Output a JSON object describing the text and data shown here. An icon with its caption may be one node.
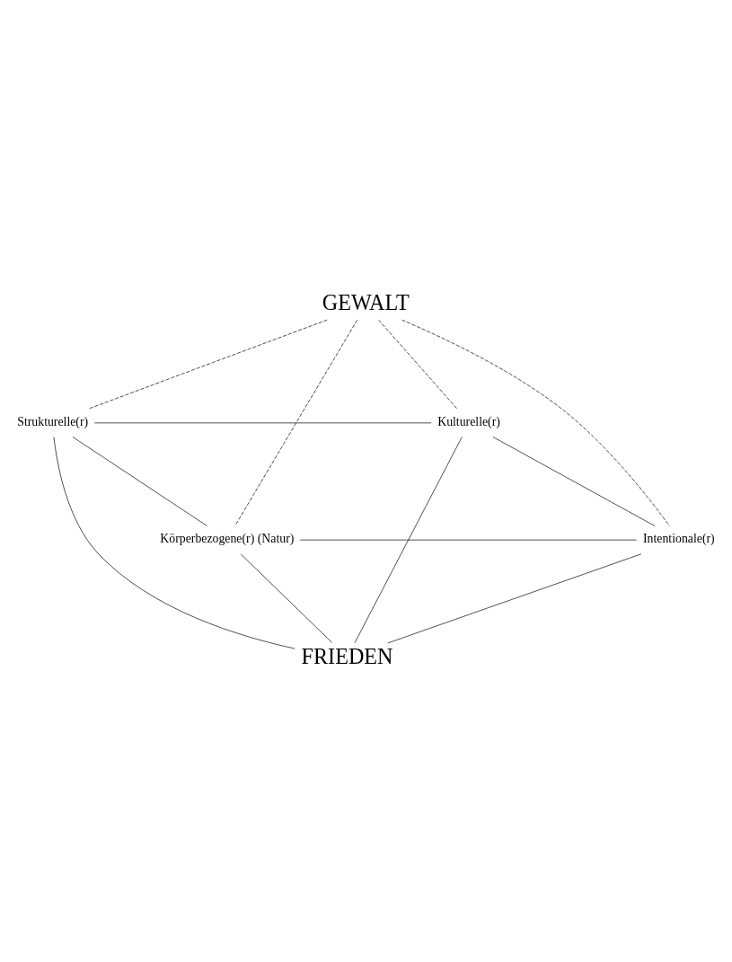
{
  "diagram": {
    "nodes": [
      {
        "text": [
          "GEWALT"
        ]
      },
      {
        "text": [
          "Strukturelle(r)"
        ]
      },
      {
        "text": [
          "Kulturelle(r)"
        ]
      },
      {
        "text": [
          "Körperbezogene(r) (Natur)"
        ]
      },
      {
        "text": [
          "Intentionale(r)"
        ]
      },
      {
        "text": [
          "FRIEDEN"
        ]
      }
    ],
    "edges": [
      {
        "from": 0,
        "to": 1,
        "arrow": "none",
        "style": "dashed"
      },
      {
        "from": 0,
        "to": 2,
        "arrow": "none",
        "style": "dashed"
      },
      {
        "from": 0,
        "to": 3,
        "arrow": "none",
        "style": "dashed"
      },
      {
        "from": 0,
        "to": 4,
        "arrow": "none",
        "style": "dashed"
      },
      {
        "from": 1,
        "to": 2,
        "arrow": "none"
      },
      {
        "from": 1,
        "to": 3,
        "arrow": "none"
      },
      {
        "from": 2,
        "to": 4,
        "arrow": "none"
      },
      {
        "from": 3,
        "to": 4,
        "arrow": "none"
      },
      {
        "from": 1,
        "to": 5,
        "arrow": "none"
      },
      {
        "from": 2,
        "to": 5,
        "arrow": "none"
      },
      {
        "from": 3,
        "to": 5,
        "arrow": "none"
      },
      {
        "from": 4,
        "to": 5,
        "arrow": "none"
      }
    ]
  }
}
